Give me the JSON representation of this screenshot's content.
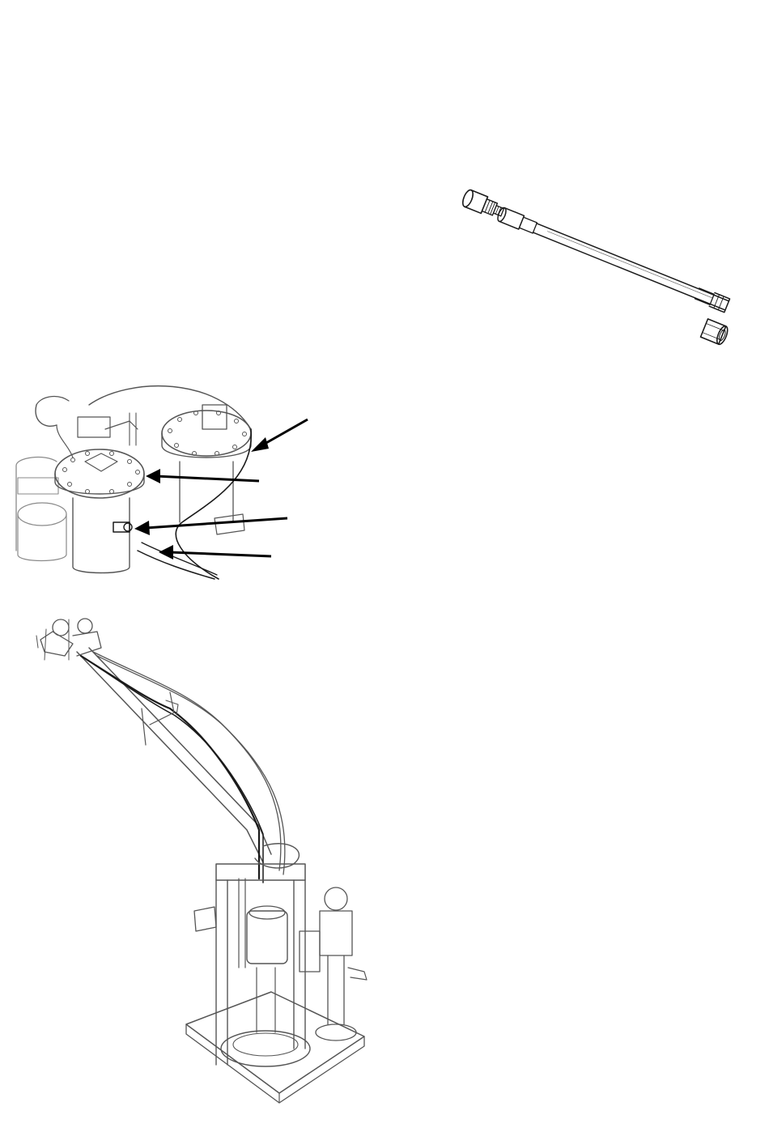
{
  "page": {
    "figures": [
      {
        "id": "hose-assembly",
        "icon": "hose-assembly-illustration"
      },
      {
        "id": "pump-lid-detail",
        "icon": "pump-lid-callout-illustration",
        "callout_count": 4
      },
      {
        "id": "boom-system",
        "icon": "boom-proportioner-illustration"
      }
    ]
  }
}
